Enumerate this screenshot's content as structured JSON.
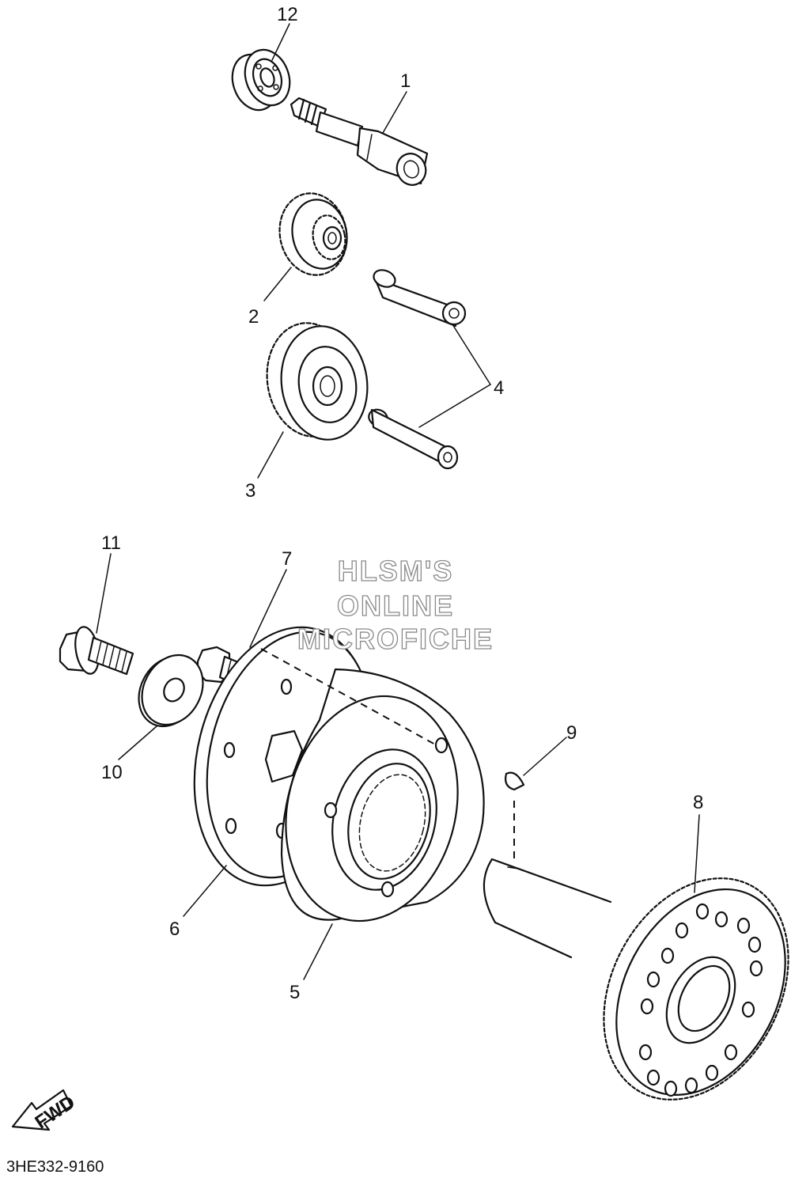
{
  "diagram": {
    "reference_code": "3HE332-9160",
    "direction_marker": "FWD",
    "watermark_lines": [
      "HLSM'S",
      "ONLINE",
      "MICROFICHE"
    ],
    "callouts": [
      {
        "id": "12",
        "label": "12"
      },
      {
        "id": "1",
        "label": "1"
      },
      {
        "id": "2",
        "label": "2"
      },
      {
        "id": "4",
        "label": "4"
      },
      {
        "id": "3",
        "label": "3"
      },
      {
        "id": "11",
        "label": "11"
      },
      {
        "id": "7",
        "label": "7"
      },
      {
        "id": "9",
        "label": "9"
      },
      {
        "id": "10",
        "label": "10"
      },
      {
        "id": "8",
        "label": "8"
      },
      {
        "id": "6",
        "label": "6"
      },
      {
        "id": "5",
        "label": "5"
      }
    ]
  }
}
